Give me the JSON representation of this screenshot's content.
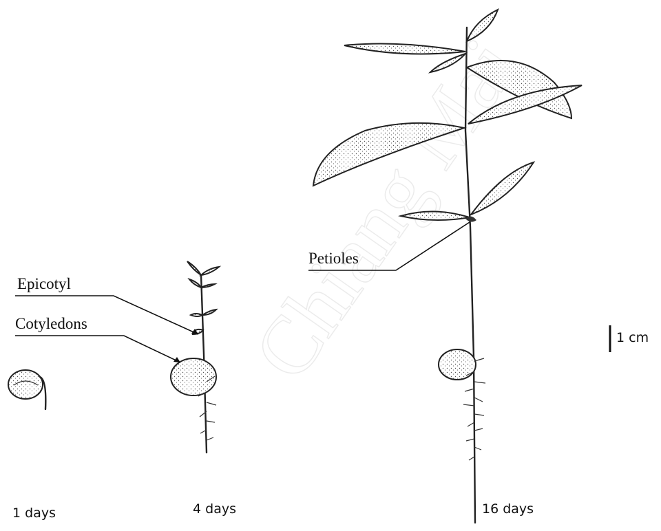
{
  "labels": {
    "epicotyl": "Epicotyl",
    "cotyledons": "Cotyledons",
    "petioles": "Petioles",
    "scale": "1 cm"
  },
  "stages": {
    "day1": "1 days",
    "day4": "4 days",
    "day16": "16 days"
  },
  "watermark": "Chiang Mai",
  "colors": {
    "ink": "#111111",
    "stipple": "#555555"
  }
}
